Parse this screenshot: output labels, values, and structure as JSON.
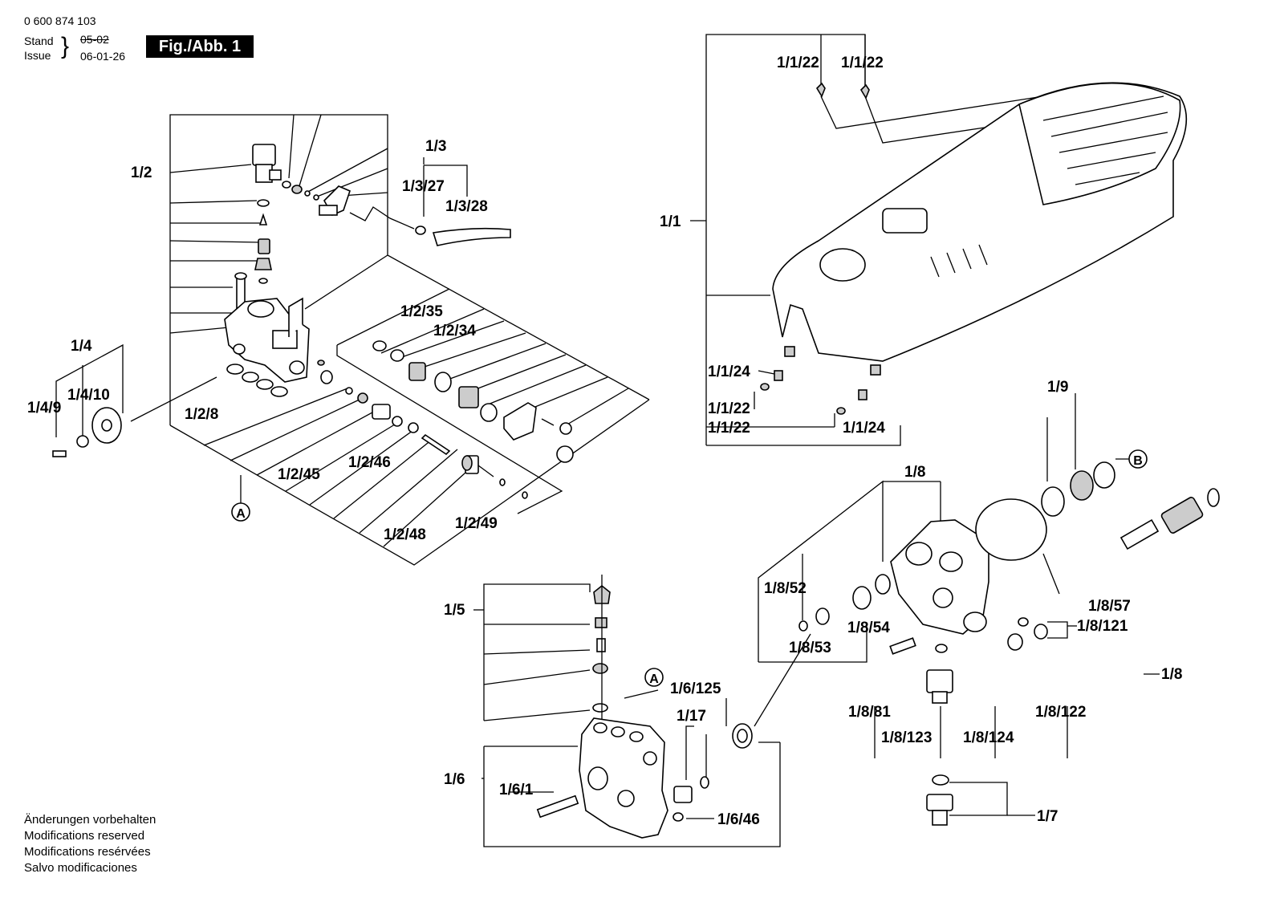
{
  "header": {
    "doc_number": "0 600 874 103",
    "stand_label": "Stand",
    "issue_label": "Issue",
    "stand_date": "05-02",
    "issue_date": "06-01-26",
    "figure_label": "Fig./Abb. 1"
  },
  "notes": [
    "Änderungen vorbehalten",
    "Modifications reserved",
    "Modifications resérvées",
    "Salvo modificaciones"
  ],
  "callouts": {
    "c_1_2": "1/2",
    "c_1_3": "1/3",
    "c_1_3_27": "1/3/27",
    "c_1_3_28": "1/3/28",
    "c_1_4": "1/4",
    "c_1_4_10": "1/4/10",
    "c_1_4_9": "1/4/9",
    "c_1_2_8": "1/2/8",
    "c_1_2_35": "1/2/35",
    "c_1_2_34": "1/2/34",
    "c_1_2_45": "1/2/45",
    "c_1_2_46": "1/2/46",
    "c_1_2_48": "1/2/48",
    "c_1_2_49": "1/2/49",
    "c_1_1_22a": "1/1/22",
    "c_1_1_22b": "1/1/22",
    "c_1_1": "1/1",
    "c_1_1_24a": "1/1/24",
    "c_1_1_22c": "1/1/22",
    "c_1_1_22d": "1/1/22",
    "c_1_1_24b": "1/1/24",
    "c_1_9": "1/9",
    "c_1_8_top": "1/8",
    "c_1_8_52": "1/8/52",
    "c_1_8_57": "1/8/57",
    "c_1_8_121": "1/8/121",
    "c_1_8_54": "1/8/54",
    "c_1_8_53": "1/8/53",
    "c_1_8_right": "1/8",
    "c_1_8_81": "1/8/81",
    "c_1_8_122": "1/8/122",
    "c_1_8_123": "1/8/123",
    "c_1_8_124": "1/8/124",
    "c_1_7": "1/7",
    "c_1_5": "1/5",
    "c_1_6_125": "1/6/125",
    "c_1_17": "1/17",
    "c_1_6": "1/6",
    "c_1_6_1": "1/6/1",
    "c_1_6_46": "1/6/46",
    "mark_a1": "A",
    "mark_a2": "A",
    "mark_b": "B"
  }
}
